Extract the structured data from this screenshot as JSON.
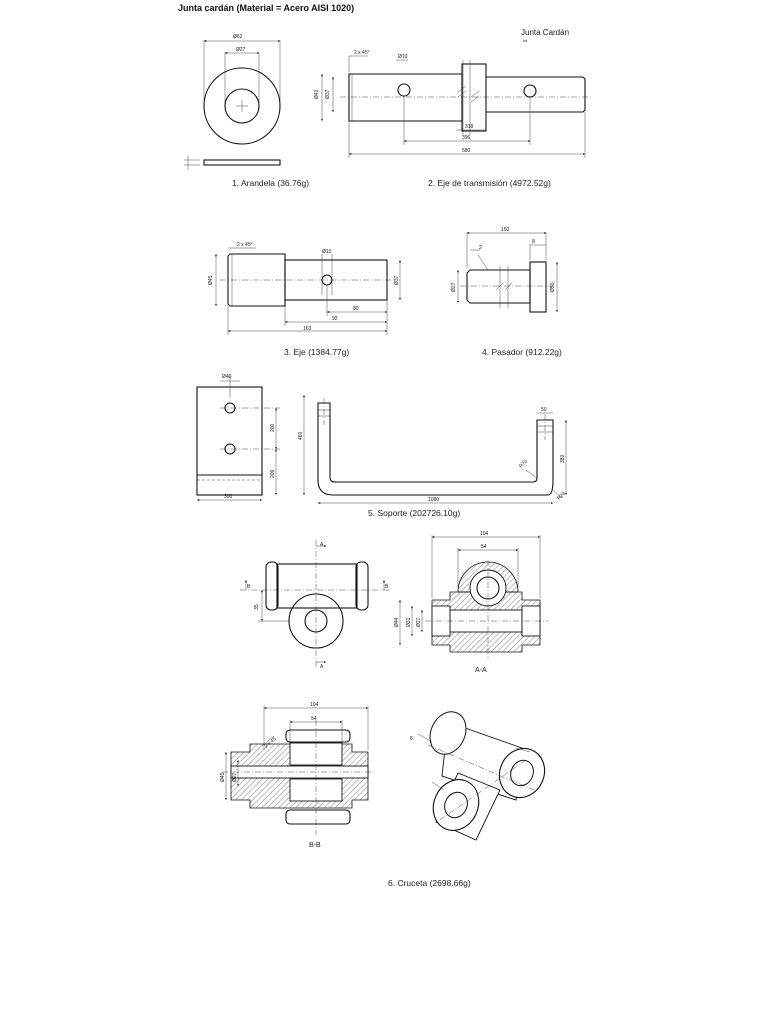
{
  "title": "Junta cardán (Material = Acero AISI 1020)",
  "header_label": "Junta Cardán",
  "header_sub": "##",
  "captions": {
    "arandela": "1. Arandela (36.76g)",
    "eje_transmision": "2. Eje de transmisión (4972.52g)",
    "eje": "3. Eje (1384.77g)",
    "pasador": "4. Pasador (912.22g)",
    "soporte": "5. Soporte (202726.10g)",
    "cruceta": "6. Cruceta (2698.66g)"
  },
  "dims": {
    "arandela": {
      "d_outer": "Ø62",
      "d_inner": "Ø27"
    },
    "eje_transmision": {
      "chamfer": "2 x 45°",
      "hole": "Ø10",
      "d_left": "Ø42",
      "d_right": "Ø37",
      "len_a": "318",
      "len_b": "396",
      "len_total": "580"
    },
    "eje": {
      "chamfer": "2 x 45°",
      "hole": "Ø10",
      "d_left": "Ø45",
      "d_right": "Ø37",
      "len_a": "80",
      "len_b": "92",
      "len_total": "163"
    },
    "pasador": {
      "len_total": "150",
      "chamfer": "2",
      "head": "8",
      "d_shaft": "Ø27",
      "d_head": "Ø50"
    },
    "soporte": {
      "hole": "Ø40",
      "h_top": "200",
      "h_bottom": "209",
      "width": "300",
      "height": "460",
      "length": "1080",
      "slot": "50",
      "end_h": "380",
      "r_inner": "R70",
      "r_outer": "R20"
    },
    "cruceta_aa": {
      "w_total": "104",
      "w_inner": "54",
      "d_outer": "Ø44",
      "d_mid": "Ø31",
      "d_inner": "Ø27"
    },
    "cruceta_bb": {
      "w_total": "104",
      "w_inner": "54",
      "chamfer": "2 x 45",
      "d_outer": "Ø45",
      "d_inner": "Ø27"
    },
    "cruceta_front": {
      "center": "35"
    }
  },
  "section_labels": {
    "a_top": "A",
    "a_bottom": "A",
    "b_left": "B",
    "b_right": "B",
    "aa": "A-A",
    "bb": "B-B",
    "iso_mark": "8"
  }
}
